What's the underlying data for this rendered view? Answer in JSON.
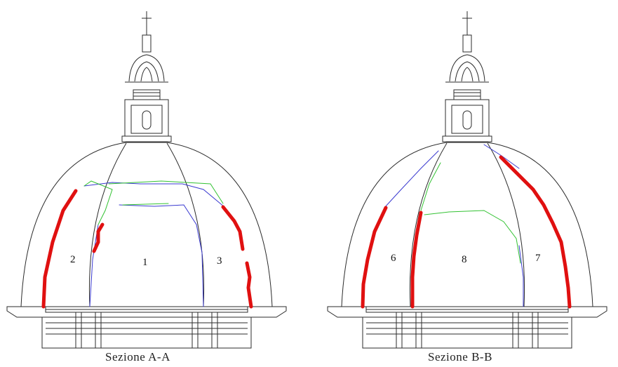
{
  "sections": [
    {
      "caption": "Sezione A-A",
      "labels": [
        "2",
        "1",
        "3"
      ]
    },
    {
      "caption": "Sezione B-B",
      "labels": [
        "6",
        "8",
        "7"
      ]
    }
  ],
  "colors": {
    "outline": "#2b2b2b",
    "crack_major": "#e01010",
    "crack_blue": "#3a3ad0",
    "crack_green": "#33c233"
  }
}
